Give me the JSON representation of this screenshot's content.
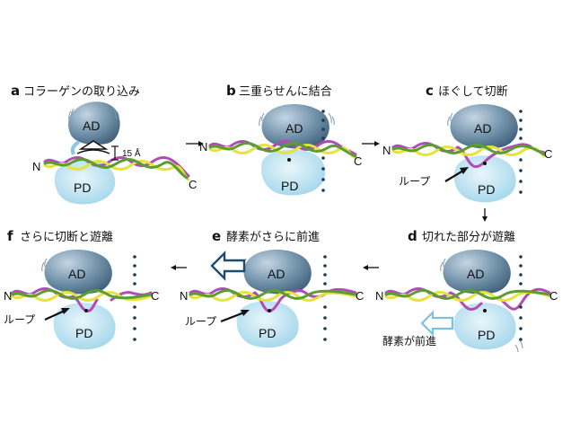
{
  "labels": {
    "ad": "AD",
    "pd": "PD",
    "n": "N",
    "c": "C",
    "distance": "15 Å",
    "loop": "ループ",
    "enzome_forward": "酵素が前進"
  },
  "panels": [
    {
      "letter": "a",
      "title": "コラーゲンの取り込み"
    },
    {
      "letter": "b",
      "title": "三重らせんに結合"
    },
    {
      "letter": "c",
      "title": "ほぐして切断"
    },
    {
      "letter": "d",
      "title": "切れた部分が遊離"
    },
    {
      "letter": "e",
      "title": "酵素がさらに前進"
    },
    {
      "letter": "f",
      "title": "さらに切断と遊離"
    }
  ],
  "colors": {
    "strand_magenta": "#b04cb4",
    "strand_yellow": "#e4e43c",
    "strand_green": "#5a9e32",
    "pd_fill": "#a4d8ec",
    "ad_fill": "#4c6e86",
    "dots": "#1d3a5a",
    "arrow_dark": "#1d4b6a",
    "arrow_light": "#7cc0dc"
  }
}
